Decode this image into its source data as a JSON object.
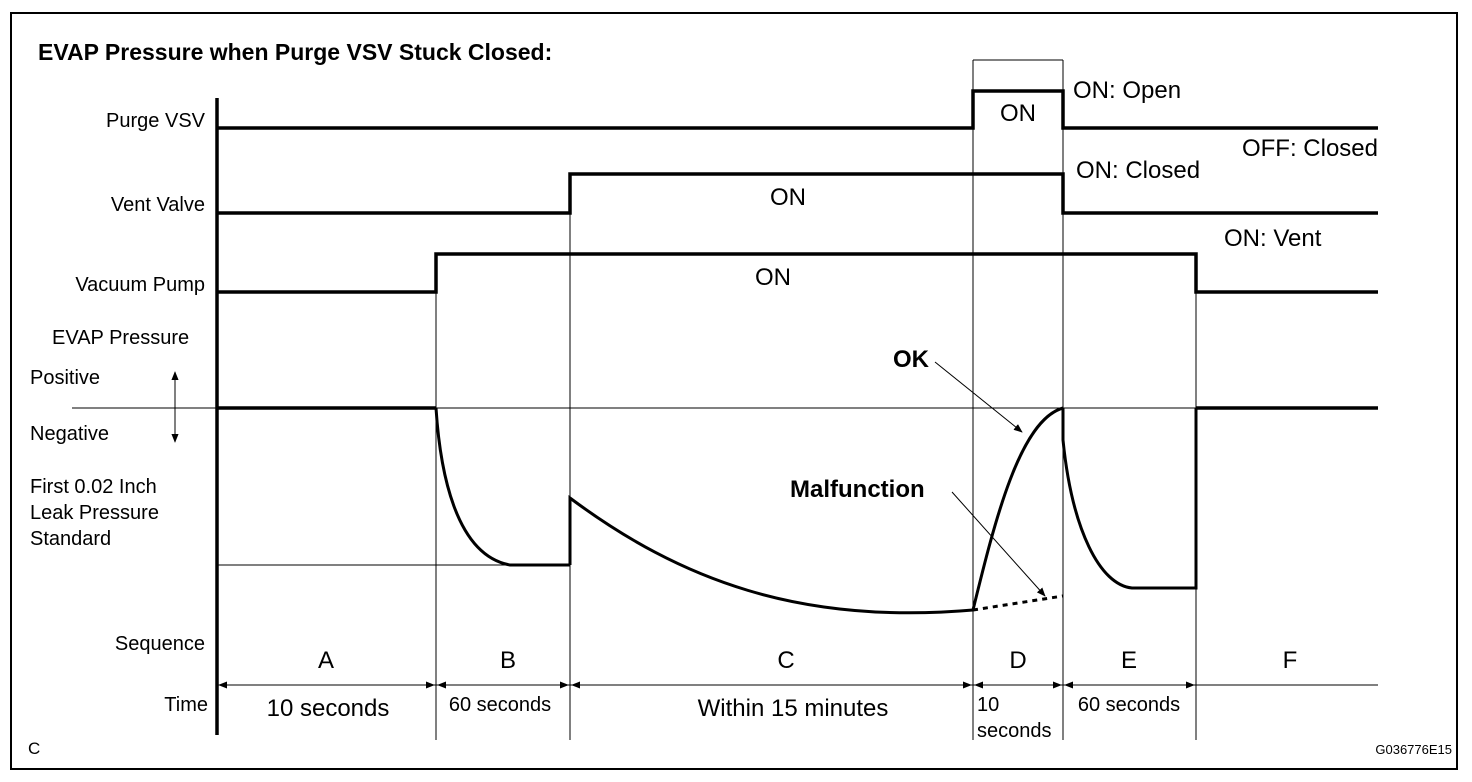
{
  "title": "EVAP Pressure when Purge VSV Stuck Closed:",
  "rows": {
    "purge_vsv": "Purge VSV",
    "vent_valve": "Vent Valve",
    "vacuum_pump": "Vacuum Pump",
    "evap_pressure": "EVAP Pressure",
    "positive": "Positive",
    "negative": "Negative",
    "leak_std_1": "First 0.02 Inch",
    "leak_std_2": "Leak Pressure",
    "leak_std_3": "Standard",
    "sequence": "Sequence",
    "time": "Time"
  },
  "states": {
    "purge_on": "ON",
    "vent_on": "ON",
    "pump_on": "ON",
    "on_open": "ON: Open",
    "off_closed": "OFF: Closed",
    "on_closed": "ON: Closed",
    "on_vent": "ON: Vent"
  },
  "annotations": {
    "ok": "OK",
    "malfunction": "Malfunction"
  },
  "sequence": [
    "A",
    "B",
    "C",
    "D",
    "E",
    "F"
  ],
  "durations": {
    "a": "10 seconds",
    "b": "60 seconds",
    "c": "Within 15 minutes",
    "d1": "10",
    "d2": "seconds",
    "e": "60 seconds"
  },
  "corner_label": "C",
  "figure_code": "G036776E15"
}
